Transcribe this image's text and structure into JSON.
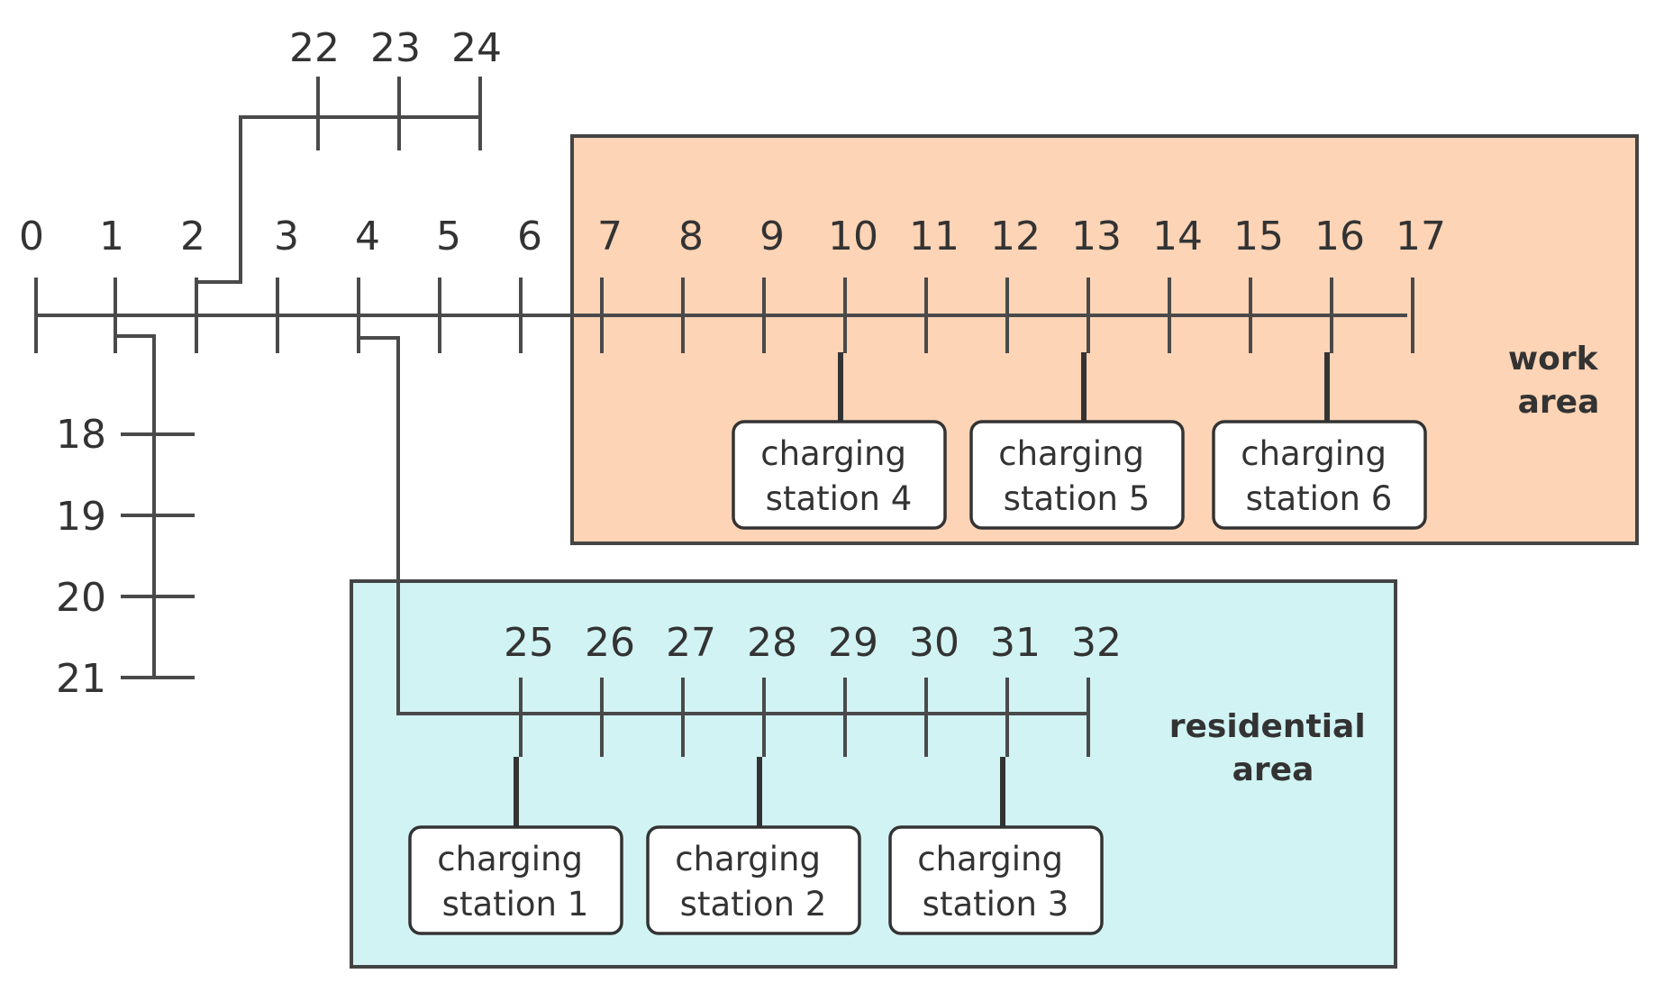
{
  "title": "",
  "colors": {
    "line": "#4a4a4a",
    "work_area_fill": "#fdd4b6",
    "residential_area_fill": "#d1f3f3",
    "area_border": "#444444",
    "station_fill": "#ffffff"
  },
  "areas": {
    "work": {
      "label_line1": "work",
      "label_line2": "area"
    },
    "residential": {
      "label_line1": "residential",
      "label_line2": "area"
    }
  },
  "nodes": {
    "main": [
      "0",
      "1",
      "2",
      "3",
      "4",
      "5",
      "6",
      "7",
      "8",
      "9",
      "10",
      "11",
      "12",
      "13",
      "14",
      "15",
      "16",
      "17"
    ],
    "branch_top": [
      "22",
      "23",
      "24"
    ],
    "branch_left": [
      "18",
      "19",
      "20",
      "21"
    ],
    "branch_residential": [
      "25",
      "26",
      "27",
      "28",
      "29",
      "30",
      "31",
      "32"
    ]
  },
  "stations": [
    {
      "line1": "charging",
      "line2": "station 1",
      "bus": "25"
    },
    {
      "line1": "charging",
      "line2": "station 2",
      "bus": "28"
    },
    {
      "line1": "charging",
      "line2": "station 3",
      "bus": "31"
    },
    {
      "line1": "charging",
      "line2": "station 4",
      "bus": "10"
    },
    {
      "line1": "charging",
      "line2": "station 5",
      "bus": "13"
    },
    {
      "line1": "charging",
      "line2": "station 6",
      "bus": "16"
    }
  ]
}
